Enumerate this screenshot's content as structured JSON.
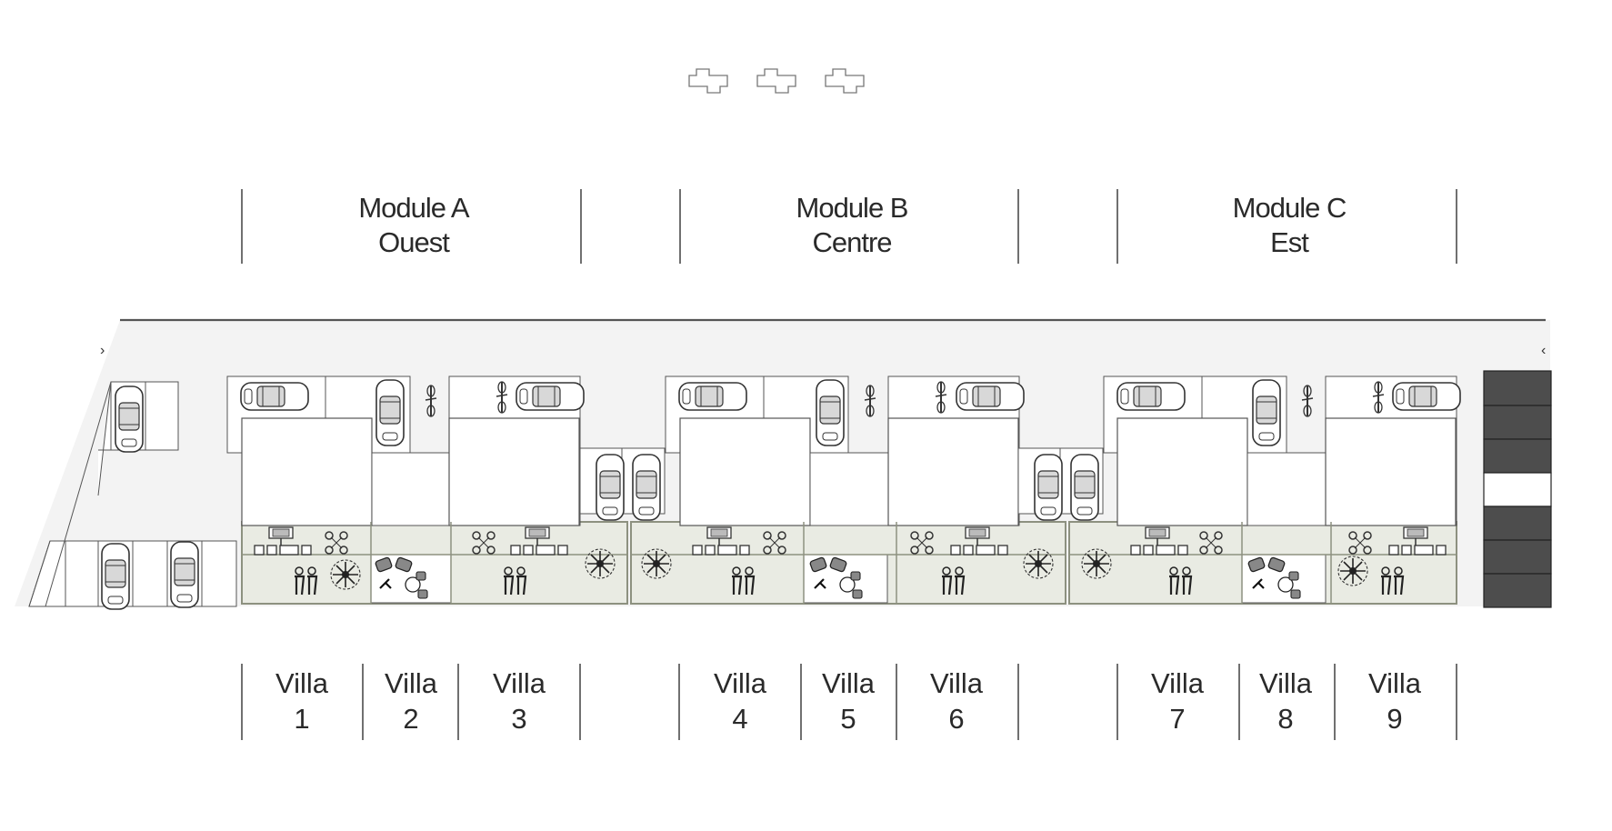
{
  "modules": [
    {
      "name": "Module A",
      "side": "Ouest"
    },
    {
      "name": "Module B",
      "side": "Centre"
    },
    {
      "name": "Module C",
      "side": "Est"
    }
  ],
  "villas": [
    {
      "word": "Villa",
      "num": "1"
    },
    {
      "word": "Villa",
      "num": "2"
    },
    {
      "word": "Villa",
      "num": "3"
    },
    {
      "word": "Villa",
      "num": "4"
    },
    {
      "word": "Villa",
      "num": "5"
    },
    {
      "word": "Villa",
      "num": "6"
    },
    {
      "word": "Villa",
      "num": "7"
    },
    {
      "word": "Villa",
      "num": "8"
    },
    {
      "word": "Villa",
      "num": "9"
    }
  ],
  "colors": {
    "line": "#3a3a3a",
    "garden": "#e9ebe3",
    "garden_border": "#8d9180",
    "ground": "#f3f3f3",
    "dark_block": "#4d4d4d"
  },
  "icons": [
    "key-plan-icon",
    "car-icon",
    "bike-icon",
    "tree-icon",
    "people-icon",
    "furniture-icon"
  ]
}
